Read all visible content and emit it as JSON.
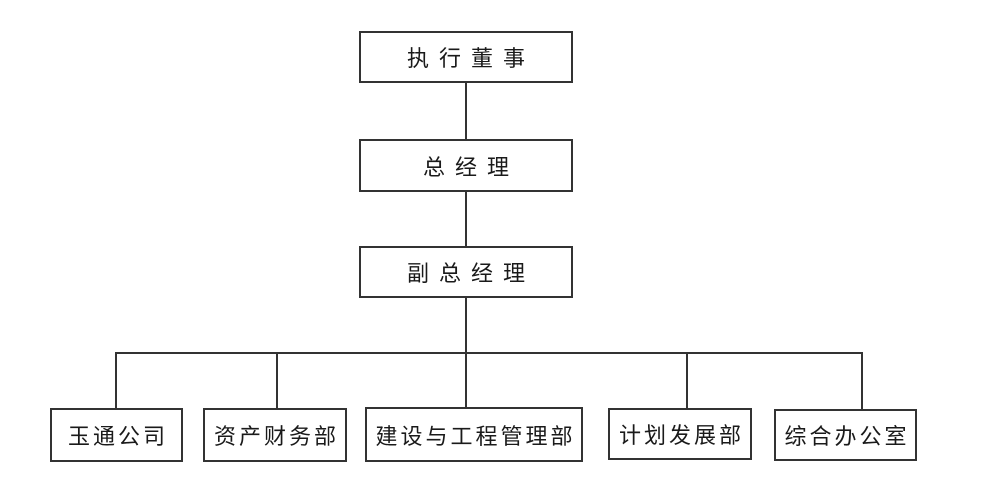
{
  "org_chart": {
    "line_color": "#333333",
    "hierarchy": [
      {
        "id": "executive-director",
        "label": "执行董事"
      },
      {
        "id": "general-manager",
        "label": "总经理"
      },
      {
        "id": "deputy-general-manager",
        "label": "副总经理"
      }
    ],
    "departments": [
      {
        "id": "yutong-company",
        "label": "玉通公司"
      },
      {
        "id": "asset-finance-dept",
        "label": "资产财务部"
      },
      {
        "id": "construction-engineering-dept",
        "label": "建设与工程管理部"
      },
      {
        "id": "planning-development-dept",
        "label": "计划发展部"
      },
      {
        "id": "general-office",
        "label": "综合办公室"
      }
    ]
  }
}
